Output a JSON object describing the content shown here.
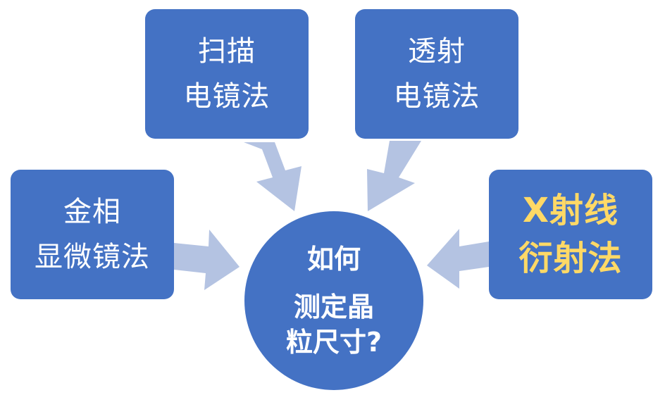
{
  "colors": {
    "box_fill": "#4472c4",
    "arrow_fill": "#b4c3e2",
    "text_white": "#ffffff",
    "highlight_text": "#ffd966"
  },
  "center": {
    "lines": [
      "如何",
      "测定晶",
      "粒尺寸?"
    ]
  },
  "methods": {
    "sem": {
      "lines": [
        "扫描",
        "电镜法"
      ]
    },
    "tem": {
      "lines": [
        "透射",
        "电镜法"
      ]
    },
    "optical": {
      "lines": [
        "金相",
        "显微镜法"
      ]
    },
    "xrd": {
      "lines": [
        "X射线",
        "衍射法"
      ]
    }
  }
}
